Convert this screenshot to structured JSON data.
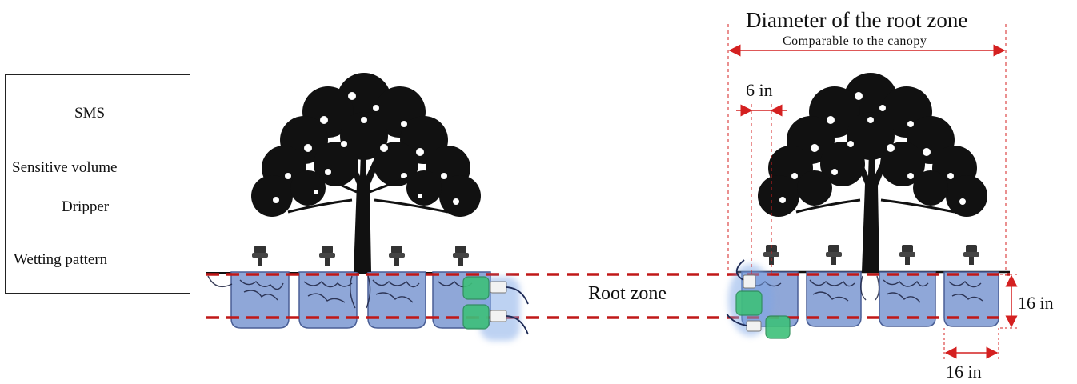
{
  "legend": {
    "sms": "SMS",
    "sensitive_volume": "Sensitive volume",
    "dripper": "Dripper",
    "wetting_pattern": "Wetting pattern"
  },
  "annotations": {
    "diameter_title": "Diameter of the root zone",
    "diameter_subtitle": "Comparable to the canopy",
    "spacing": "6 in",
    "depth": "16 in",
    "width": "16 in",
    "root_zone": "Root zone"
  },
  "colors": {
    "wetting_fill": "#8fa7d8",
    "wetting_stroke": "#4a5f96",
    "sensitive_fill": "#3ec07a",
    "dimension_red": "#d42020",
    "boundary_dashed": "#c01818",
    "tree": "#111111",
    "roots": "#1c2240"
  },
  "icons": {
    "sms": "sensor-icon",
    "sensitive_volume": "sensitive-volume-icon",
    "dripper": "dripper-icon",
    "wetting_pattern": "wetting-pattern-icon"
  }
}
